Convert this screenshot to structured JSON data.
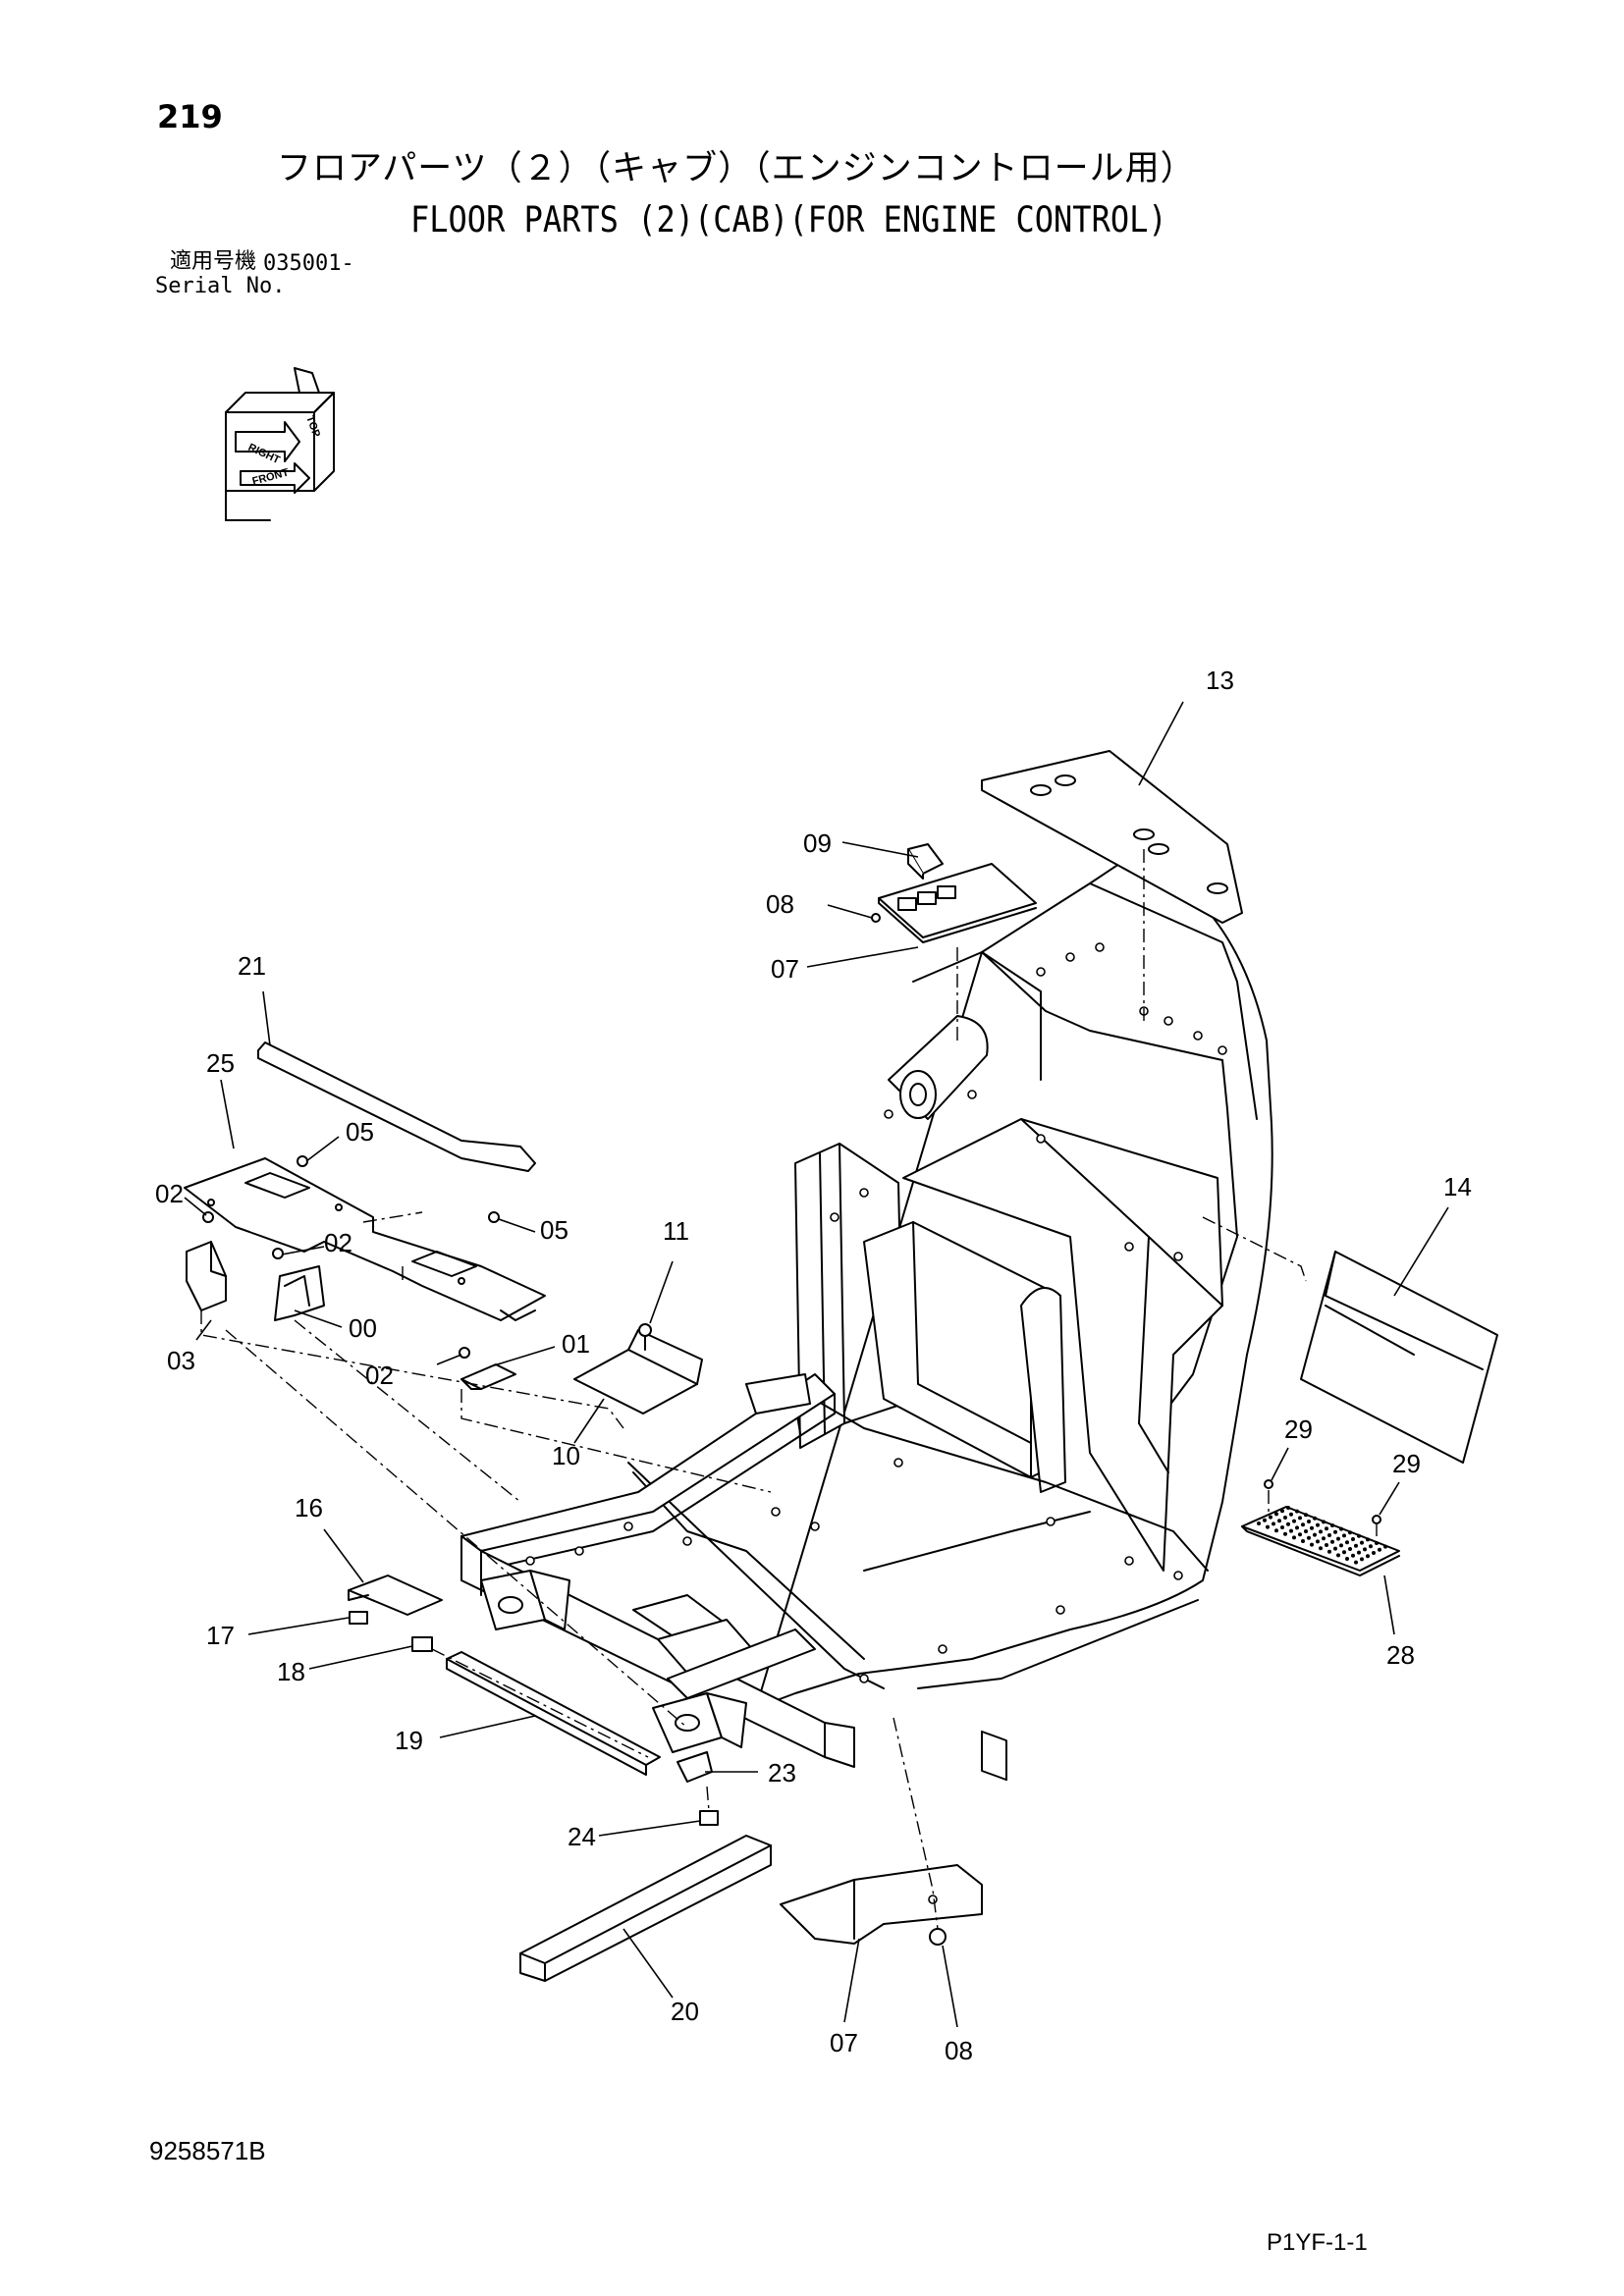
{
  "page_number": "219",
  "title_jp": "フロアパーツ（２）（キャブ）（エンジンコントロール用）",
  "title_en": "FLOOR PARTS (2)(CAB)(FOR ENGINE CONTROL)",
  "serial": {
    "label_jp": "適用号機",
    "value": "035001-",
    "label_en": "Serial No."
  },
  "orientation_icon": {
    "labels": [
      "TOP",
      "RIGHT",
      "FRONT"
    ]
  },
  "callouts": [
    "13",
    "09",
    "08",
    "07",
    "21",
    "25",
    "05",
    "02",
    "02",
    "05",
    "03",
    "00",
    "11",
    "02",
    "01",
    "10",
    "14",
    "29",
    "29",
    "28",
    "16",
    "17",
    "18",
    "19",
    "23",
    "24",
    "20",
    "07",
    "08"
  ],
  "drawing_number": "9258571B",
  "page_code": "P1YF-1-1"
}
